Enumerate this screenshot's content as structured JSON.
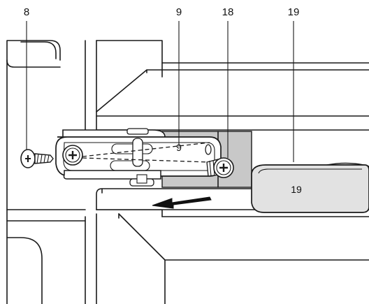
{
  "callouts": {
    "screw_left": "8",
    "hinge": "9",
    "screw_right": "18",
    "cover": "19"
  },
  "colors": {
    "outline": "#1a1a1a",
    "gap_fill": "#c8c8c8",
    "part_fill": "#e2e2e2",
    "background": "#ffffff"
  },
  "arrow_direction": "left"
}
